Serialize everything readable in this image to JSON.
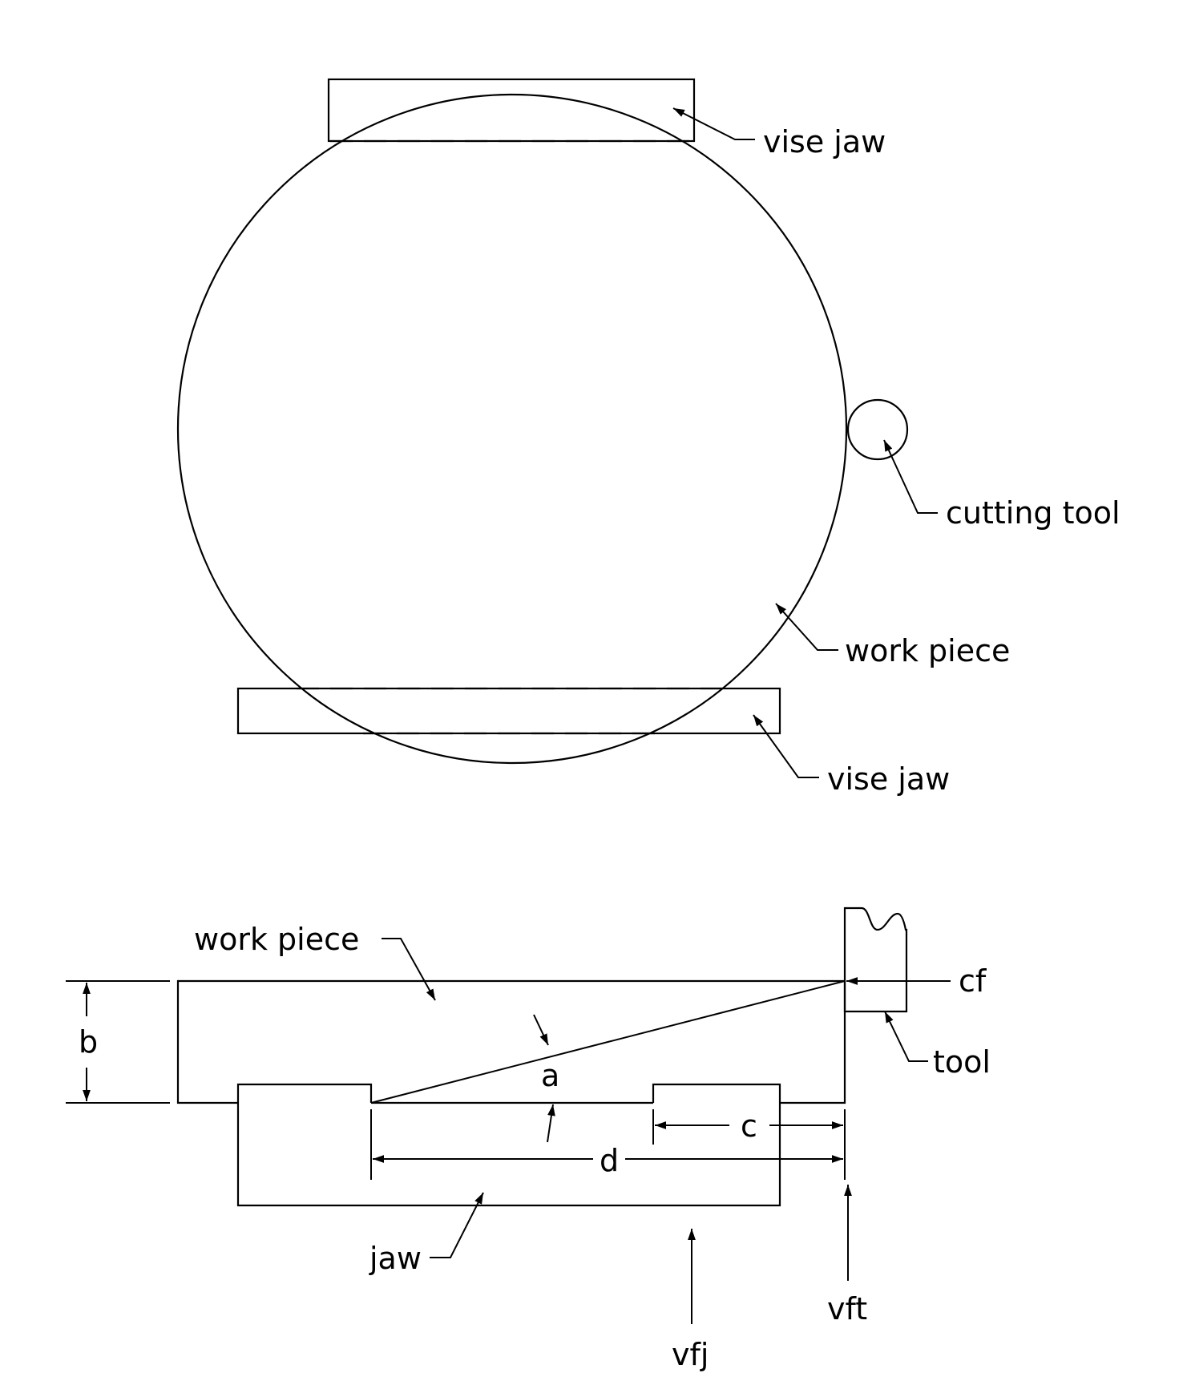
{
  "labels": {
    "vise_jaw_top": "vise  jaw",
    "cutting_tool": "cutting  tool",
    "work_piece_top": "work  piece",
    "vise_jaw_bottom": "vise  jaw",
    "work_piece_side": "work  piece",
    "cf": "cf",
    "b": "b",
    "tool": "tool",
    "a": "a",
    "c": "c",
    "d": "d",
    "jaw": "jaw",
    "vft": "vft",
    "vfj": "vfj"
  }
}
